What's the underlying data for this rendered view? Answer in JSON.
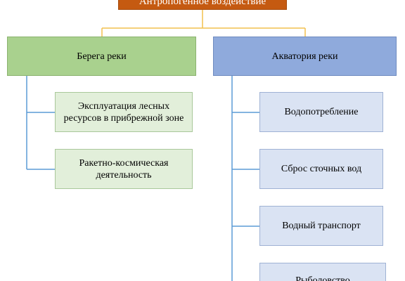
{
  "diagram": {
    "root": {
      "label": "Антропогенное воздействие"
    },
    "left_category": {
      "label": "Берега реки"
    },
    "right_category": {
      "label": "Акватория реки"
    },
    "left_items": [
      {
        "label": "Эксплуатация лесных ресурсов в прибрежной зоне"
      },
      {
        "label": "Ракетно-космическая деятельность"
      }
    ],
    "right_items": [
      {
        "label": "Водопотребление"
      },
      {
        "label": "Сброс сточных вод"
      },
      {
        "label": "Водный транспорт"
      },
      {
        "label": "Рыболовство"
      }
    ]
  },
  "colors": {
    "root_fill": "#c55a11",
    "left_category_fill": "#a9d18e",
    "right_category_fill": "#8faadc",
    "left_item_fill": "#e2efda",
    "right_item_fill": "#dae3f3",
    "root_connector": "#f2c14e",
    "left_connector": "#5b9bd5",
    "right_connector": "#5b9bd5"
  }
}
